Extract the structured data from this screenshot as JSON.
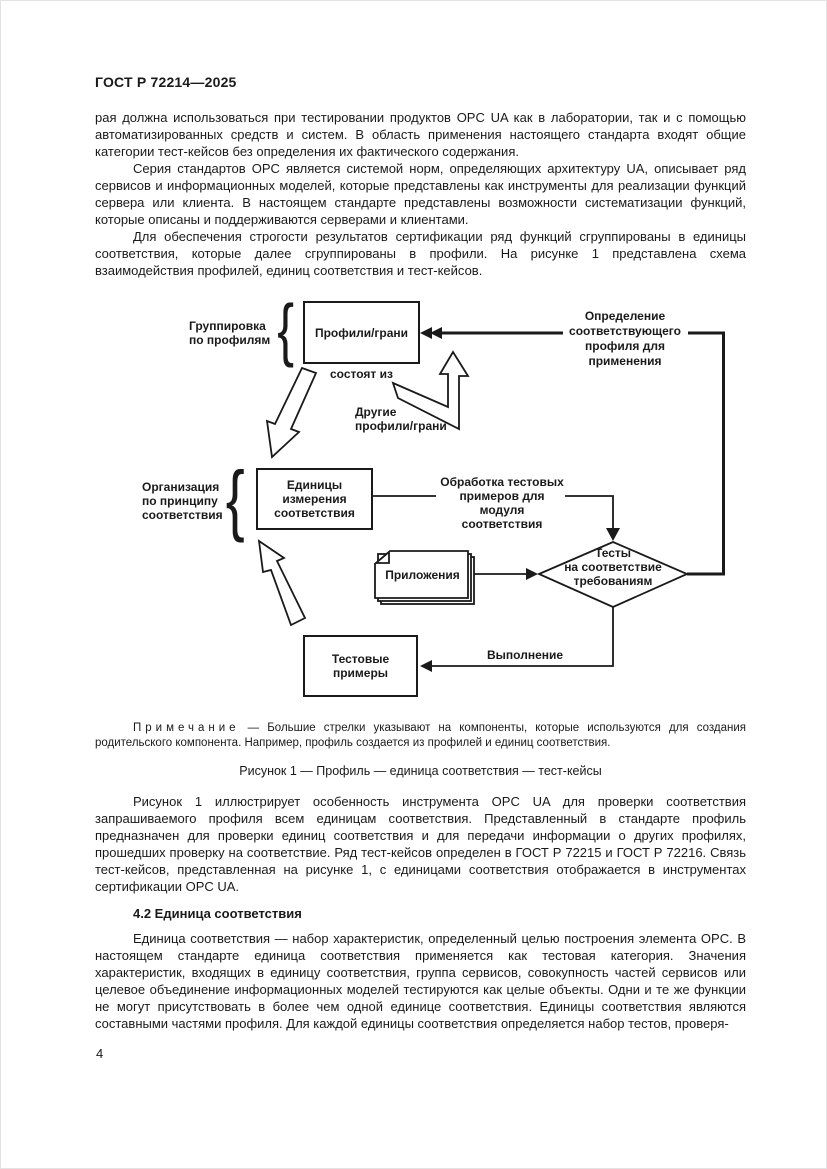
{
  "colors": {
    "ink": "#1a1a1a",
    "paper": "#ffffff"
  },
  "header": {
    "doc_number": "ГОСТ Р 72214—2025"
  },
  "page": {
    "number": "4"
  },
  "intro_paragraphs": [
    "рая должна использоваться при тестировании продуктов OPC UA как в лаборатории, так и с помощью автоматизированных средств и систем. В область применения настоящего стандарта входят общие категории тест-кейсов без определения их фактического содержания.",
    "Серия стандартов OPC является системой норм, определяющих архитектуру UA, описывает ряд сервисов и информационных моделей, которые представлены как инструменты для реализации функций сервера или клиента. В настоящем стандарте представлены возможности систематизации функций, которые описаны и поддерживаются серверами и клиентами.",
    "Для обеспечения строгости результатов сертификации ряд функций сгруппированы в единицы соответствия, которые далее сгруппированы в профили. На рисунке 1 представлена схема взаимодействия профилей, единиц соответствия и тест-кейсов."
  ],
  "diagram": {
    "boxes": {
      "profiles": "Профили/грани",
      "units": "Единицы\nизмерения\nсоответствия",
      "test_examples": "Тестовые\nпримеры"
    },
    "labels": {
      "grouping": "Группировка\nпо профилям",
      "consists_of": "состоят из",
      "other_profiles": "Другие\nпрофили/грани",
      "definition": "Определение\nсоответствующего\nпрофиля для\nприменения",
      "organization": "Организация\nпо принципу\nсоответствия",
      "processing": "Обработка тестовых\nпримеров для модуля\nсоответствия",
      "execution": "Выполнение"
    },
    "nodes": {
      "applications": "Приложения",
      "tests": "Тесты\nна соответствие\nтребованиям"
    },
    "brace": "{"
  },
  "note": {
    "label": "Примечание",
    "text": "—  Большие стрелки указывают на компоненты, которые используются для создания родительского компонента. Например, профиль создается из профилей и единиц соответствия."
  },
  "figure_caption": "Рисунок 1 — Профиль — единица соответствия — тест-кейсы",
  "after_figure_paragraphs": [
    "Рисунок 1 иллюстрирует особенность инструмента OPC UA для проверки соответствия запрашиваемого профиля всем единицам соответствия. Представленный в стандарте профиль предназначен для проверки единиц соответствия и для передачи информации о других профилях, прошедших проверку на соответствие. Ряд тест-кейсов определен в ГОСТ Р 72215 и ГОСТ Р 72216. Связь тест-кейсов, представленная на рисунке 1, с единицами соответствия отображается в инструментах сертификации OPC UA."
  ],
  "section": {
    "heading": "4.2 Единица соответствия",
    "paragraphs": [
      "Единица соответствия — набор характеристик, определенный целью построения элемента OPC. В настоящем стандарте единица соответствия применяется как тестовая категория. Значения характеристик, входящих в единицу соответствия, группа сервисов, совокупность частей сервисов или целевое объединение информационных моделей тестируются как целые объекты. Одни и те же функции не могут присутствовать в более чем одной единице соответствия. Единицы соответствия являются составными частями профиля. Для каждой единицы соответствия определяется набор тестов, проверя-"
    ]
  }
}
